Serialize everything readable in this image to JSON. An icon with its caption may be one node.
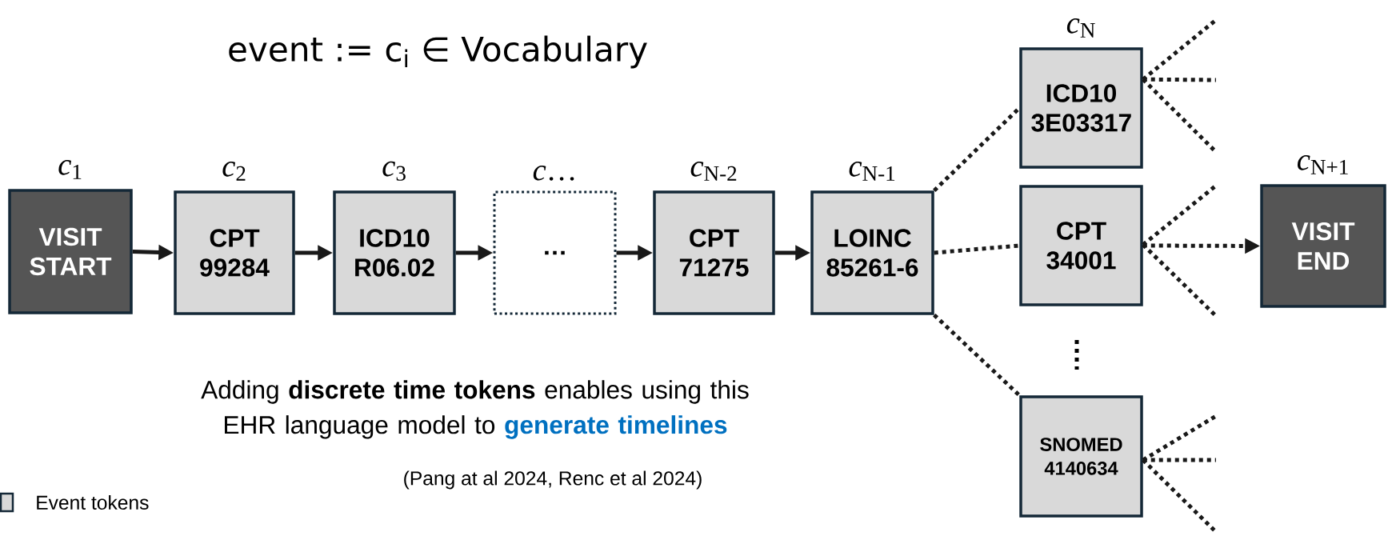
{
  "diagram": {
    "title": "event := c$_{i}$ ∈ Vocabulary",
    "nodes": [
      {
        "text": [
          "VISIT START"
        ],
        "beside": [
          "*c*$_{1}$"
        ]
      },
      {
        "text": [
          "CPT",
          "99284"
        ],
        "beside": [
          "*c*$_{2}$"
        ]
      },
      {
        "text": [
          "ICD10",
          "R06.02"
        ],
        "beside": [
          "*c*$_{3}$"
        ]
      },
      {
        "text": [
          "…"
        ],
        "beside": [
          "*c*…"
        ]
      },
      {
        "text": [
          "CPT",
          "71275"
        ],
        "beside": [
          "*c*$_{N-2}$"
        ]
      },
      {
        "text": [
          "LOINC",
          "85261-6"
        ],
        "beside": [
          "*c*$_{N-1}$"
        ]
      },
      {
        "text": [
          "ICD10",
          "3E03317"
        ],
        "beside": [
          "*c*$_{N}$"
        ]
      },
      {
        "text": [
          "CPT",
          "34001"
        ]
      },
      {
        "text": [
          "SNOMED",
          "4140634"
        ]
      },
      {
        "text": [
          "VISIT END"
        ],
        "beside": [
          "*c*$_{N+1}$"
        ]
      }
    ],
    "edges": [
      {
        "from": 0,
        "to": 1,
        "arrow": "to"
      },
      {
        "from": 1,
        "to": 2,
        "arrow": "to"
      },
      {
        "from": 2,
        "to": 3,
        "arrow": "to"
      },
      {
        "from": 3,
        "to": 4,
        "arrow": "to"
      },
      {
        "from": 4,
        "to": 5,
        "arrow": "to"
      },
      {
        "from": 5,
        "to": 6,
        "arrow": "none",
        "style": "dashed"
      },
      {
        "from": 5,
        "to": 7,
        "arrow": "none",
        "style": "dashed"
      },
      {
        "from": 5,
        "to": 8,
        "arrow": "none",
        "style": "dashed"
      },
      {
        "from": 7,
        "to": 9,
        "arrow": "to",
        "style": "dashed"
      },
      {
        "from": 6,
        "to": null,
        "arrow": "none",
        "style": "dashed"
      },
      {
        "from": 6,
        "to": null,
        "arrow": "none",
        "style": "dashed"
      },
      {
        "from": 6,
        "to": null,
        "arrow": "none",
        "style": "dashed"
      },
      {
        "from": 7,
        "to": null,
        "arrow": "none",
        "style": "dashed"
      },
      {
        "from": 7,
        "to": null,
        "arrow": "none",
        "style": "dashed"
      },
      {
        "from": 8,
        "to": null,
        "arrow": "none",
        "style": "dashed"
      },
      {
        "from": 8,
        "to": null,
        "arrow": "none",
        "style": "dashed"
      },
      {
        "from": 8,
        "to": null,
        "arrow": "none",
        "style": "dashed"
      }
    ],
    "labels": [
      "Adding **discrete time tokens** enables using this EHR language model to",
      "generate timelines",
      "(Pang at al 2024, Renc et al 2024)"
    ],
    "legend": [
      {
        "text": "Event tokens",
        "color": "#d9d9d9"
      }
    ]
  }
}
